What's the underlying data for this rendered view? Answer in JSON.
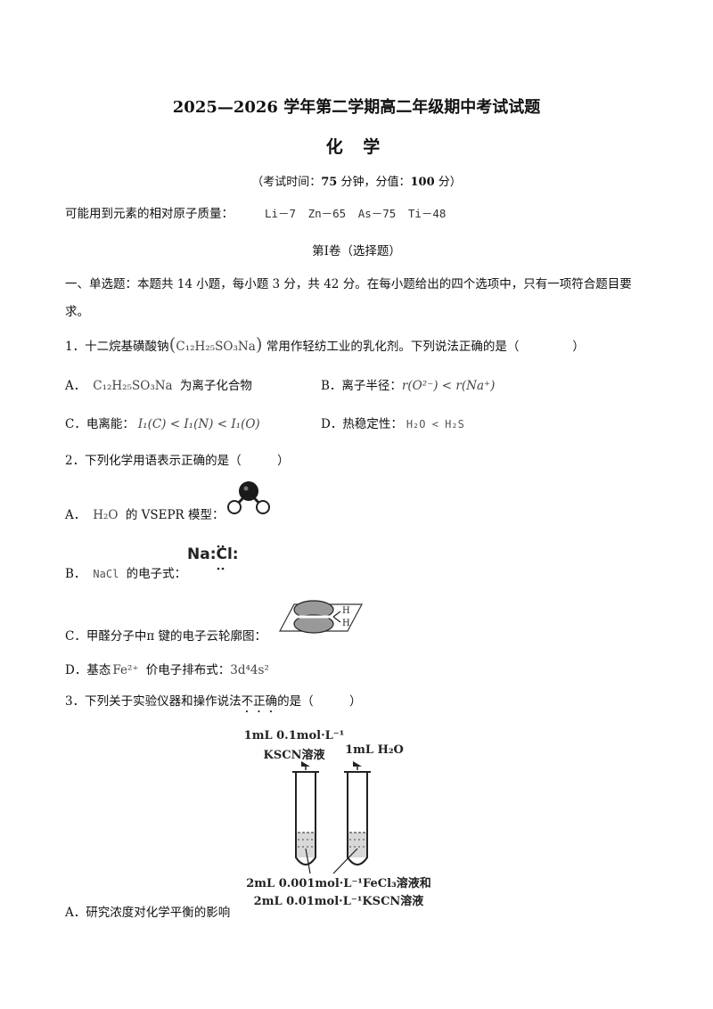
{
  "header": {
    "title": "2025—2026 学年第二学期高二年级期中考试试题",
    "subject": "化 学",
    "exam_info_prefix": "（考试时间：",
    "exam_time": "75",
    "exam_info_mid": " 分钟，分值：",
    "exam_score": "100",
    "exam_info_suffix": " 分）",
    "atomic_mass_label": "可能用到元素的相对原子质量：",
    "atomic_masses": "Li－7   Zn－65   As－75   Ti－48"
  },
  "section": {
    "title": "第Ⅰ卷（选择题）",
    "instructions": "一、单选题：本题共 14 小题，每小题 3 分，共 42 分。在每小题给出的四个选项中，只有一项符合题目要求。"
  },
  "q1": {
    "stem_a": "1．十二烷基磺酸钠",
    "formula": "C₁₂H₂₅SO₃Na",
    "stem_b": "常用作轻纺工业的乳化剂。下列说法正确的是（",
    "stem_c": "）",
    "optA_label": "A．",
    "optA_text": "为离子化合物",
    "optB_label": "B．离子半径：",
    "optB_expr": "r(O²⁻) < r(Na⁺)",
    "optC_label": "C．电离能：",
    "optC_expr": "I₁(C) < I₁(N) < I₁(O)",
    "optD_label": "D．热稳定性：",
    "optD_expr": "H₂O < H₂S"
  },
  "q2": {
    "stem": "2．下列化学用语表示正确的是（　　　）",
    "optA_label": "A．",
    "optA_formula": "H₂O",
    "optA_text": "的 VSEPR 模型：",
    "optB_label": "B．",
    "optB_formula": "NaCl",
    "optB_text": "的电子式：",
    "optB_dot_formula": "Na:Cl:",
    "optC_text": "C．甲醛分子中π 键的电子云轮廓图：",
    "optD_label": "D．基态",
    "optD_ion": "Fe²⁺",
    "optD_text": "价电子排布式：",
    "optD_config": "3d⁴4s²"
  },
  "q3": {
    "stem_a": "3．下列关于实验仪器和操作说法",
    "stem_emph": "不正确",
    "stem_b": "的是（　　　）",
    "fig_left_label1": "1mL 0.1mol·L⁻¹",
    "fig_left_label2": "KSCN溶液",
    "fig_right_label": "1mL H₂O",
    "fig_bottom_label1": "2mL 0.001mol·L⁻¹FeCl₃溶液和",
    "fig_bottom_label2": "2mL 0.01mol·L⁻¹KSCN溶液",
    "optA": "A．研究浓度对化学平衡的影响"
  }
}
